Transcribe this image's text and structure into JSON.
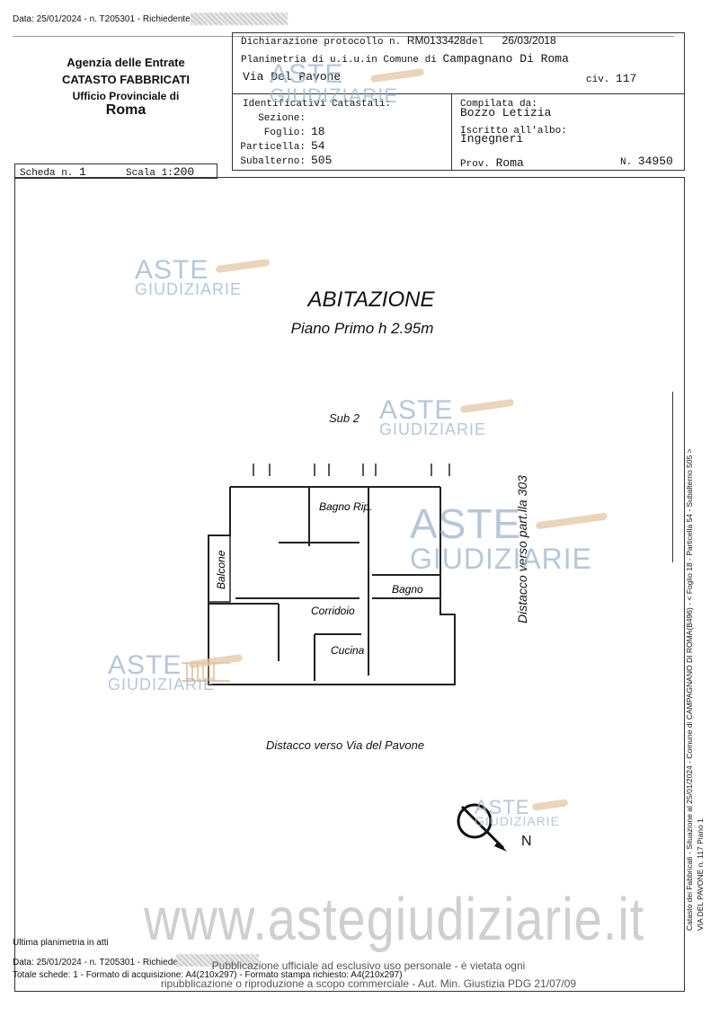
{
  "top_meta": {
    "date_line": "Data: 25/01/2024 - n. T205301 - Richiedente:"
  },
  "agency": {
    "line1": "Agenzia delle Entrate",
    "line2": "CATASTO FABBRICATI",
    "line3": "Ufficio Provinciale di",
    "line4": "Roma"
  },
  "header": {
    "protocol_prefix": "Dichiarazione protocollo n.",
    "protocol_number": "RM0133428",
    "protocol_del": "del",
    "protocol_date": "26/03/2018",
    "planimetria_label": "Planimetria di u.i.u.in Comune di",
    "comune": "Campagnano Di Roma",
    "via": "Via Del Pavone",
    "civ_label": "civ.",
    "civ_value": "117"
  },
  "cadastral": {
    "title": "Identificativi Catastali:",
    "sezione_label": "Sezione:",
    "sezione_value": "",
    "foglio_label": "Foglio:",
    "foglio_value": "18",
    "particella_label": "Particella:",
    "particella_value": "54",
    "subalterno_label": "Subalterno:",
    "subalterno_value": "505"
  },
  "compiler": {
    "compilata_label": "Compilata da:",
    "compilata_value": "Bozzo Letizia",
    "iscritto_label": "Iscritto all'albo:",
    "iscritto_value": "Ingegneri",
    "prov_label": "Prov.",
    "prov_value": "Roma",
    "n_label": "N.",
    "n_value": "34950"
  },
  "scheda": {
    "scheda_label": "Scheda n.",
    "scheda_value": "1",
    "scala_label": "Scala 1:",
    "scala_value": "200"
  },
  "plan": {
    "title": "ABITAZIONE",
    "subtitle": "Piano Primo h 2.95m",
    "sub2": "Sub 2",
    "rooms": {
      "bagno_rip": "Bagno Rip.",
      "balcone": "Balcone",
      "bagno": "Bagno",
      "corridoio": "Corridoio",
      "cucina": "Cucina"
    },
    "distacco_right": "Distacco verso part.lla 303",
    "distacco_bottom": "Distacco verso Via del Pavone",
    "north": "N"
  },
  "side_text": {
    "line1": "Catasto dei Fabbricati - Situazione al 25/01/2024 - Comune di CAMPAGNANO DI ROMA(B496) - < Foglio 18 - Particella 54 - Subalterno 505 >",
    "line2": "VIA DEL PAVONE n. 117 Piano 1"
  },
  "watermarks": {
    "aste": "ASTE",
    "giudiziarie": "GIUDIZIARIE",
    "site": "www.astegiudiziarie.it"
  },
  "footer": {
    "ultima": "Ultima planimetria in atti",
    "date_line": "Data: 25/01/2024 - n. T205301 - Richiede",
    "totale": "Totale schede: 1 - Formato di acquisizione: A4(210x297) - Formato stampa richiesto: A4(210x297)",
    "notice1": "Pubblicazione ufficiale ad esclusivo uso personale - è vietata ogni",
    "notice2": "ripubblicazione o riproduzione a scopo commerciale - Aut. Min. Giustizia PDG 21/07/09"
  }
}
